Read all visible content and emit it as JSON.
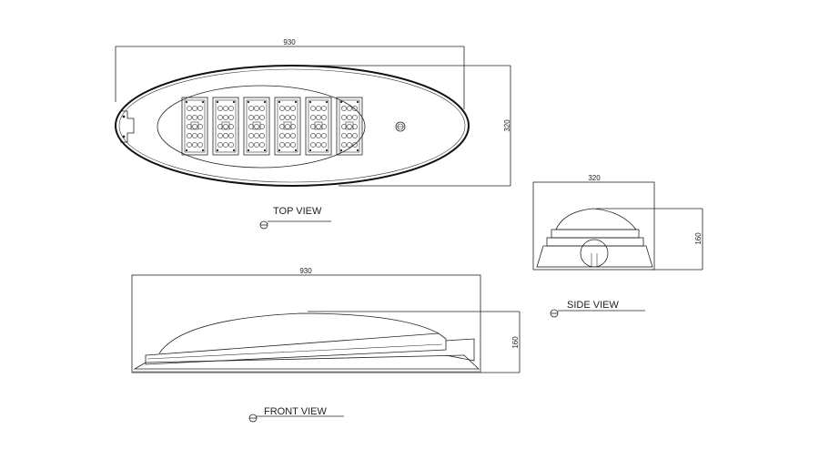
{
  "top_view": {
    "title": "TOP VIEW",
    "length_dim": "930",
    "width_dim": "320",
    "led_module_count": 6
  },
  "side_view": {
    "title": "SIDE VIEW",
    "width_dim": "320",
    "height_dim": "160"
  },
  "front_view": {
    "title": "FRONT VIEW",
    "length_dim": "930",
    "height_dim": "160"
  }
}
